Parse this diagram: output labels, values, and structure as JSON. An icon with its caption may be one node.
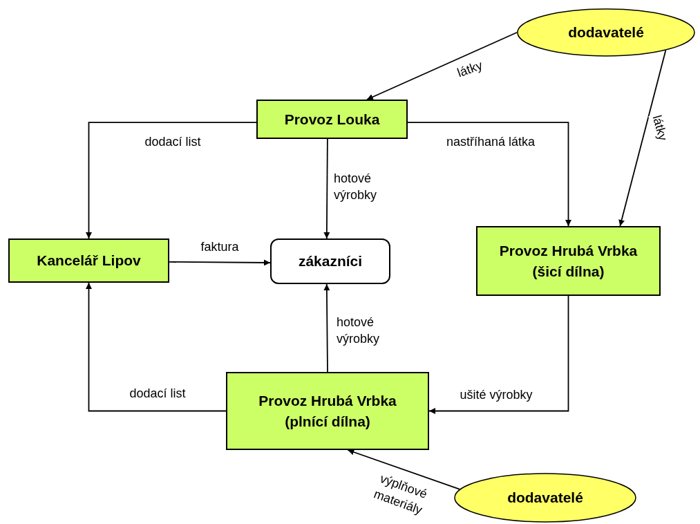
{
  "diagram": {
    "nodes": [
      {
        "text": [
          "dodavatelé"
        ]
      },
      {
        "text": [
          "Provoz Louka"
        ]
      },
      {
        "text": [
          "Kancelář Lipov"
        ]
      },
      {
        "text": [
          "zákazníci"
        ]
      },
      {
        "text": [
          "Provoz Hrubá Vrbka (šicí dílna)"
        ]
      },
      {
        "text": [
          "Provoz Hrubá Vrbka (plnící dílna)"
        ]
      },
      {
        "text": [
          "dodavatelé"
        ]
      }
    ],
    "edges": [
      {
        "from": 0,
        "to": 1,
        "arrow": "to",
        "label": "látky"
      },
      {
        "from": 0,
        "to": 4,
        "arrow": "to",
        "label": "látky"
      },
      {
        "from": 1,
        "to": 2,
        "arrow": "to",
        "label": "dodací list"
      },
      {
        "from": 1,
        "to": 3,
        "arrow": "to",
        "label": "hotové výrobky"
      },
      {
        "from": 1,
        "to": 4,
        "arrow": "to",
        "label": "nastříhaná látka"
      },
      {
        "from": 2,
        "to": 3,
        "arrow": "to",
        "label": "faktura"
      },
      {
        "from": 4,
        "to": 5,
        "arrow": "to",
        "label": "ušité výrobky"
      },
      {
        "from": 5,
        "to": 3,
        "arrow": "to",
        "label": "hotové výrobky"
      },
      {
        "from": 5,
        "to": 2,
        "arrow": "to",
        "label": "dodací list"
      },
      {
        "from": 6,
        "to": 5,
        "arrow": "to",
        "label": "výplňové materiály"
      }
    ]
  }
}
